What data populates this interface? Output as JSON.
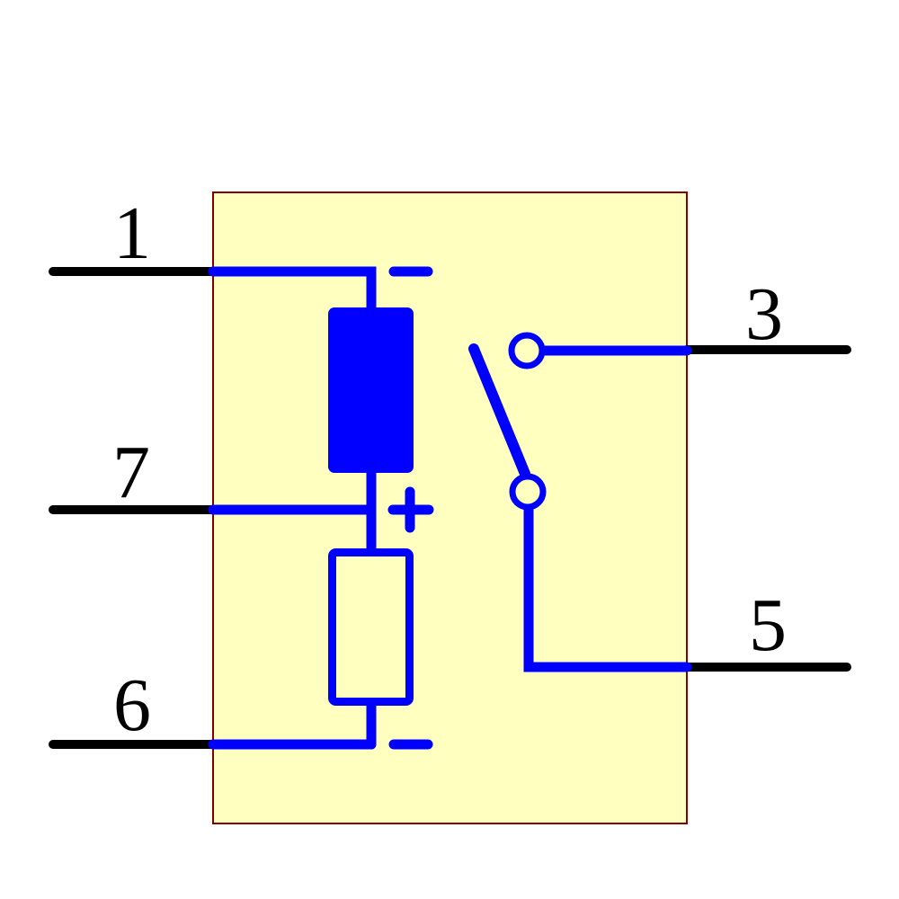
{
  "symbol": {
    "kind": "relay-schematic-symbol",
    "pins": [
      {
        "number": "1",
        "side": "left"
      },
      {
        "number": "7",
        "side": "left"
      },
      {
        "number": "6",
        "side": "left"
      },
      {
        "number": "3",
        "side": "right"
      },
      {
        "number": "5",
        "side": "right"
      }
    ],
    "polarity_marks": {
      "top": "-",
      "middle": "+",
      "bottom": "-"
    }
  },
  "colors": {
    "background": "#FFFFFF",
    "body_fill": "#FFFFC0",
    "body_outline": "#840000",
    "graphics_blue": "#0000FF",
    "pin_black": "#000000",
    "label_black": "#000000"
  }
}
